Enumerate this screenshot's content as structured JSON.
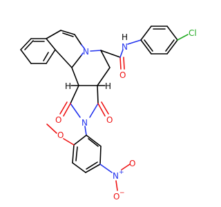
{
  "colors": {
    "carbon": "#000000",
    "nitrogen": "#2233ee",
    "oxygen": "#ee1111",
    "chlorine": "#22aa22"
  },
  "atom_labels": {
    "amide_nh": "N",
    "amide_h": "H",
    "ring_n": "N",
    "imide_n": "N",
    "amide_o": "O",
    "imide_o_left": "O",
    "imide_o_right": "O",
    "methoxy_o": "O",
    "nitro_n": "N",
    "nitro_plus": "+",
    "nitro_o_top": "O",
    "nitro_o_bottom": "O",
    "nitro_minus": "−",
    "chlorine": "Cl",
    "stereo_h_left": "H",
    "stereo_h_right": "H"
  }
}
